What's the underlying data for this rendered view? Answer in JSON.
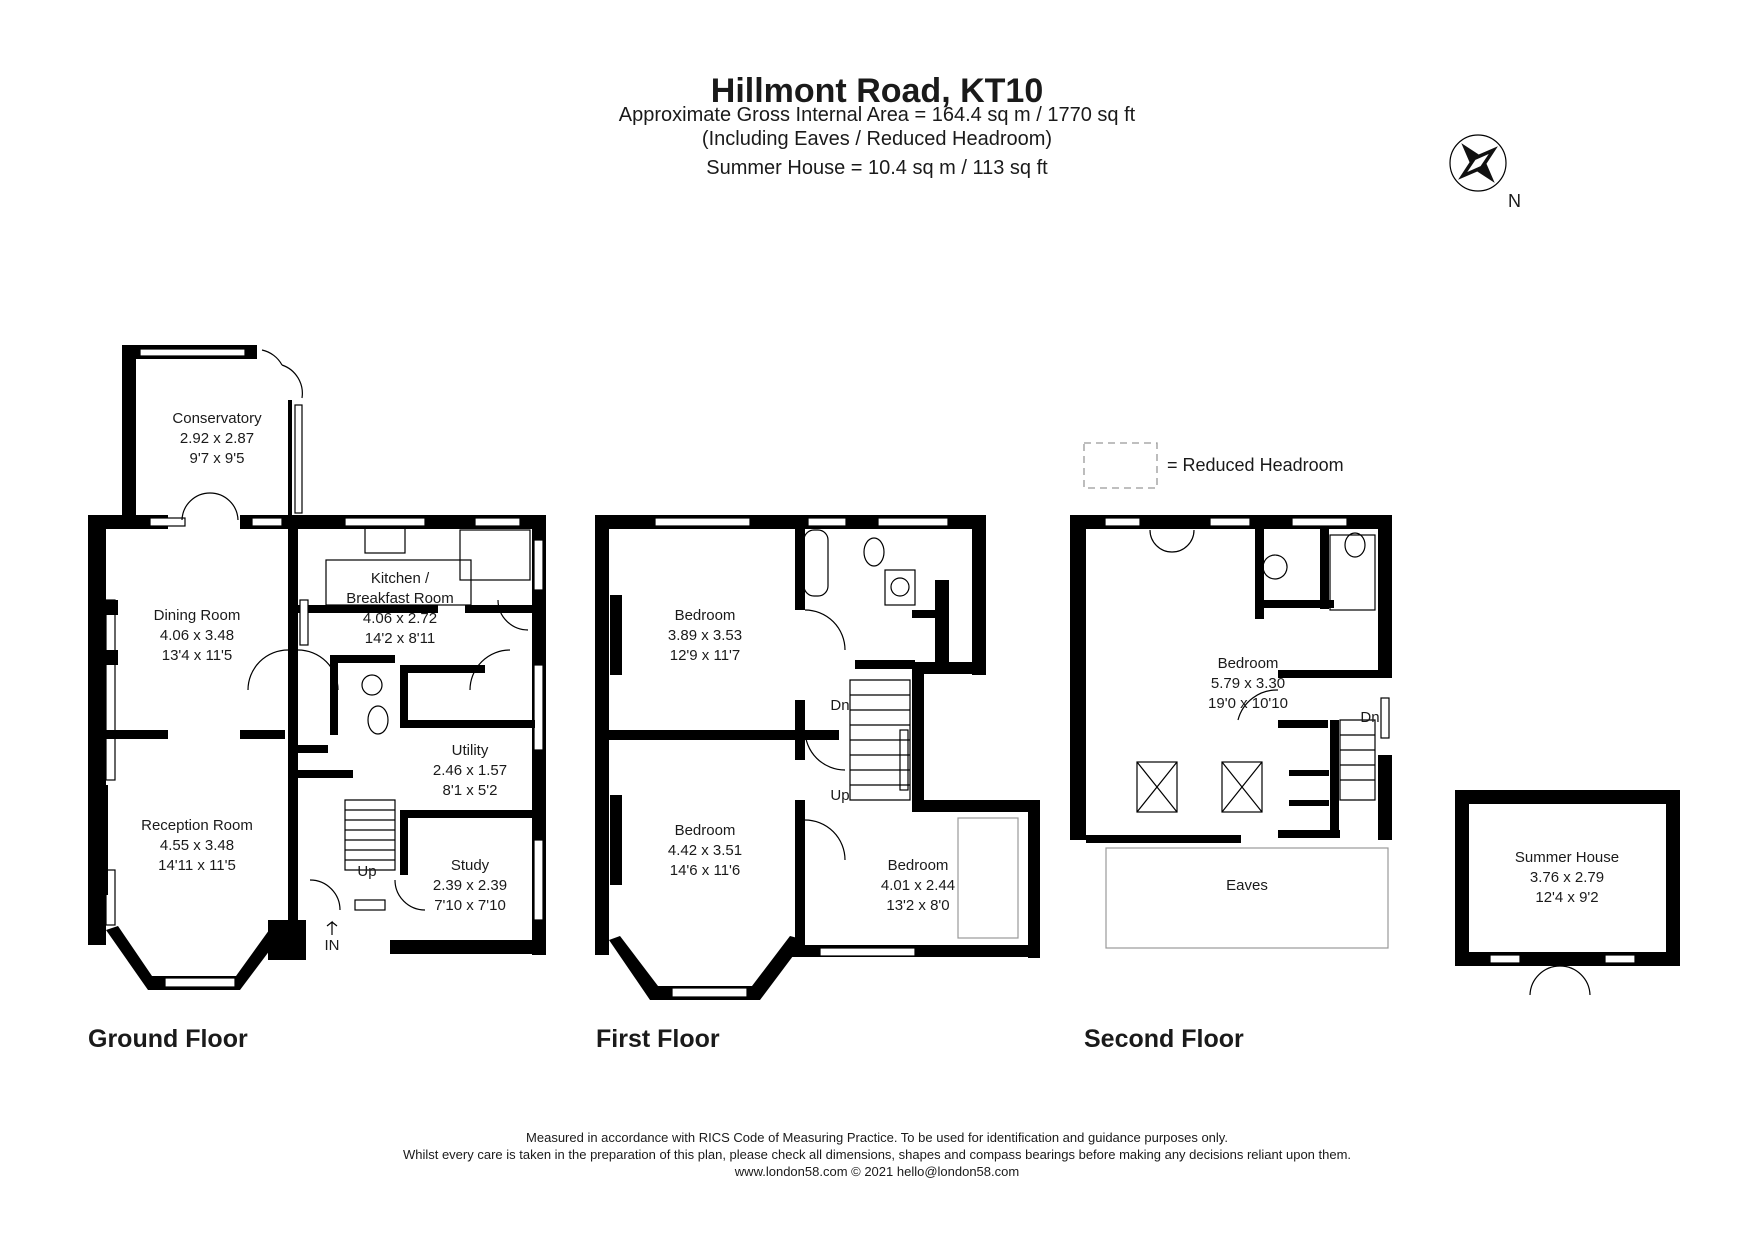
{
  "header": {
    "title": "Hillmont Road, KT10",
    "area_line": "Approximate Gross Internal Area = 164.4 sq m / 1770 sq ft",
    "area_note": "(Including Eaves / Reduced Headroom)",
    "summer_house_line": "Summer House = 10.4 sq m / 113 sq ft"
  },
  "compass": {
    "label": "N",
    "icon": "compass-rose-icon"
  },
  "legend": {
    "label": "= Reduced Headroom"
  },
  "floors": {
    "ground": {
      "label": "Ground Floor",
      "rooms": {
        "conservatory": {
          "name": "Conservatory",
          "metric": "2.92 x 2.87",
          "imperial": "9'7 x 9'5"
        },
        "dining": {
          "name": "Dining Room",
          "metric": "4.06 x 3.48",
          "imperial": "13'4 x 11'5"
        },
        "kitchen": {
          "name1": "Kitchen /",
          "name2": "Breakfast Room",
          "metric": "4.06 x 2.72",
          "imperial": "14'2 x 8'11"
        },
        "reception": {
          "name": "Reception Room",
          "metric": "4.55 x 3.48",
          "imperial": "14'11 x 11'5"
        },
        "utility": {
          "name": "Utility",
          "metric": "2.46 x 1.57",
          "imperial": "8'1 x 5'2"
        },
        "study": {
          "name": "Study",
          "metric": "2.39 x 2.39",
          "imperial": "7'10 x 7'10"
        }
      },
      "stair_label": "Up",
      "entrance_label": "IN"
    },
    "first": {
      "label": "First Floor",
      "rooms": {
        "bed1": {
          "name": "Bedroom",
          "metric": "3.89 x 3.53",
          "imperial": "12'9 x 11'7"
        },
        "bed2": {
          "name": "Bedroom",
          "metric": "4.42 x 3.51",
          "imperial": "14'6 x 11'6"
        },
        "bed3": {
          "name": "Bedroom",
          "metric": "4.01 x 2.44",
          "imperial": "13'2 x 8'0"
        }
      },
      "stair_dn": "Dn",
      "stair_up": "Up"
    },
    "second": {
      "label": "Second Floor",
      "rooms": {
        "bed": {
          "name": "Bedroom",
          "metric": "5.79 x 3.30",
          "imperial": "19'0 x 10'10"
        },
        "eaves": {
          "name": "Eaves"
        }
      },
      "stair_dn": "Dn"
    },
    "summer": {
      "name": "Summer House",
      "metric": "3.76 x 2.79",
      "imperial": "12'4 x 9'2"
    }
  },
  "footer": {
    "line1": "Measured in accordance with RICS Code of Measuring Practice. To be used for identification and guidance purposes only.",
    "line2": "Whilst every care is taken in the preparation of this plan, please check all dimensions, shapes and compass bearings before making any decisions reliant upon them.",
    "line3": "www.london58.com © 2021 hello@london58.com"
  }
}
